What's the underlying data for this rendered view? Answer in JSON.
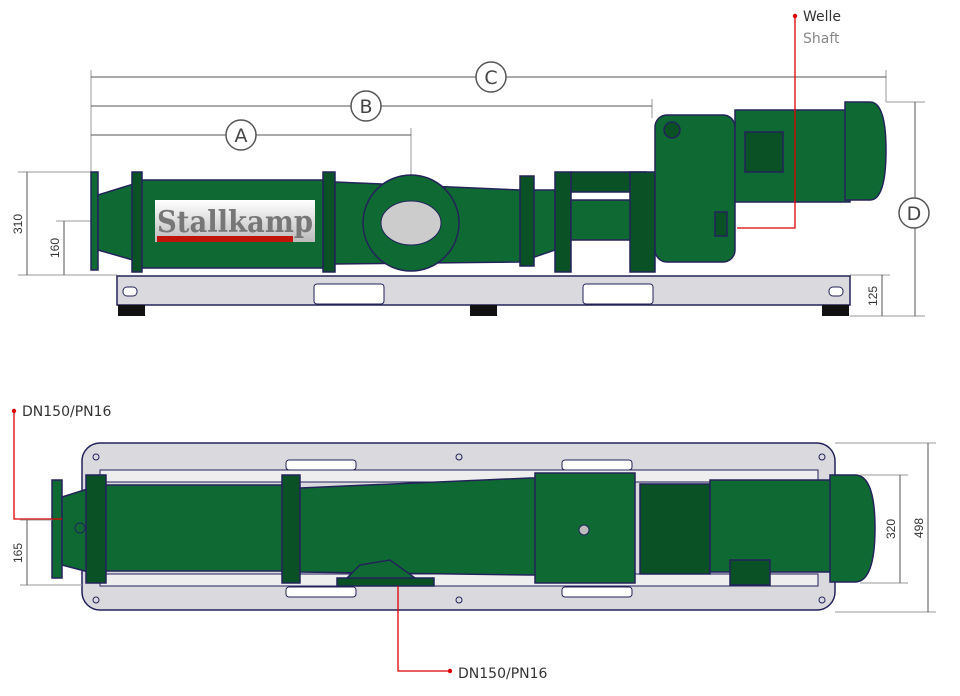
{
  "top_view": {
    "brand_logo": "Stallkamp",
    "dimension_labels": {
      "a": "A",
      "b": "B",
      "c": "C",
      "d": "D"
    },
    "dimensions": {
      "height_total": "310",
      "inlet_height": "160",
      "base_height": "125"
    },
    "shaft_label": {
      "de": "Welle",
      "en": "Shaft"
    }
  },
  "bottom_view": {
    "inlet_label": "DN150/PN16",
    "outlet_label": "DN150/PN16",
    "dimensions": {
      "inlet_offset": "165",
      "body_width": "320",
      "base_width": "498"
    }
  },
  "colors": {
    "pump_green": "#0e6a32",
    "outline": "#23235a",
    "leader_red": "#dd0000",
    "base_plate": "#d9d9de"
  }
}
